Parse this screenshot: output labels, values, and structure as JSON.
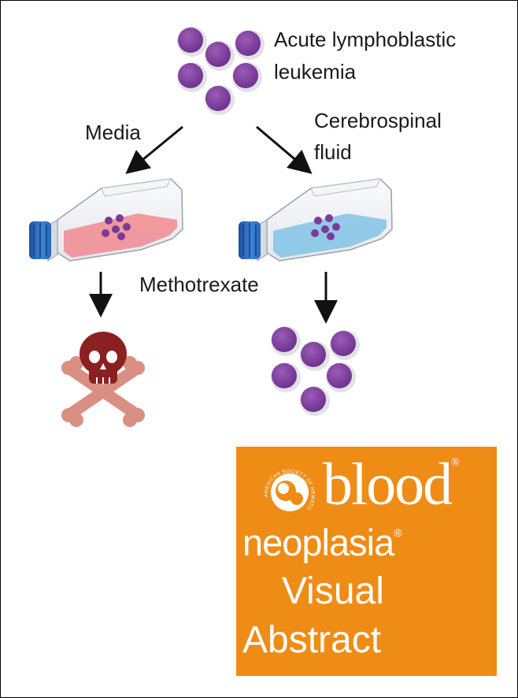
{
  "labels": {
    "cells_origin": [
      "Acute lymphoblastic",
      "leukemia"
    ],
    "media": "Media",
    "csf": [
      "Cerebrospinal",
      "fluid"
    ],
    "drug": "Methotrexate"
  },
  "logo": {
    "word_blood": "blood",
    "word_neoplasia": "neoplasia",
    "word_visual": "Visual",
    "word_abstract": "Abstract",
    "registered_mark": "®",
    "seal_text": "AMERICAN SOCIETY OF HEMATOLOGY"
  },
  "colors": {
    "cell": "#8b4aa3",
    "cell_edge": "#6e2f8a",
    "media_fill": "#ef8f96",
    "csf_fill": "#8cc7e6",
    "cap": "#2f73c4",
    "skull": "#8b2020",
    "bones": "#d98f82",
    "logo_bg": "#ef8c15"
  },
  "icons": [
    "leukemia-cell-cluster-icon",
    "culture-flask-icon",
    "skull-crossbones-icon",
    "surviving-cell-cluster-icon",
    "ash-seal-icon"
  ]
}
